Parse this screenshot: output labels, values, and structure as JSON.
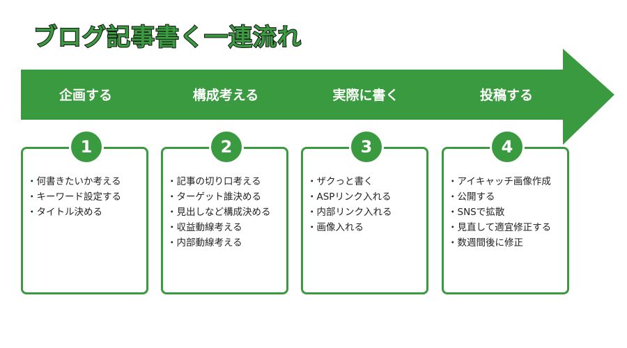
{
  "title": "ブログ記事書く一連流れ",
  "colors": {
    "accent": "#3a9a3f"
  },
  "steps": [
    {
      "number": "1",
      "label": "企画する",
      "items": [
        "何書きたいか考える",
        "キーワード設定する",
        "タイトル決める"
      ]
    },
    {
      "number": "2",
      "label": "構成考える",
      "items": [
        "記事の切り口考える",
        "ターゲット誰決める",
        "見出しなど構成決める",
        "収益動線考える",
        "内部動線考える"
      ]
    },
    {
      "number": "3",
      "label": "実際に書く",
      "items": [
        "ザクっと書く",
        "ASPリンク入れる",
        "内部リンク入れる",
        "画像入れる"
      ]
    },
    {
      "number": "4",
      "label": "投稿する",
      "items": [
        "アイキャッチ画像作成",
        "公開する",
        "SNSで拡散",
        "見直して適宜修正する",
        "数週間後に修正"
      ]
    }
  ]
}
